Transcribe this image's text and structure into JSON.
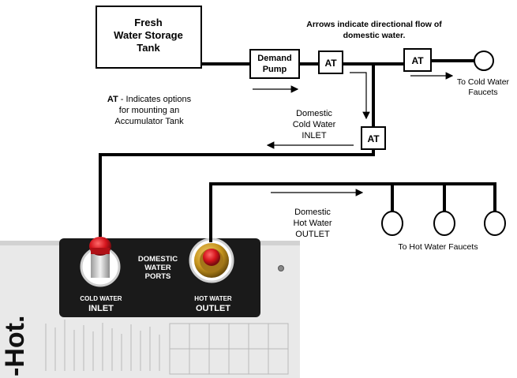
{
  "tank": {
    "line1": "Fresh",
    "line2": "Water Storage",
    "line3": "Tank"
  },
  "flow_note": {
    "line1": "Arrows indicate directional flow of",
    "line2": "domestic water."
  },
  "pump": {
    "line1": "Demand",
    "line2": "Pump"
  },
  "at_label": "AT",
  "at_note": {
    "prefix": "AT",
    "line1_rest": " - Indicates options",
    "line2": "for mounting an",
    "line3": "Accumulator Tank"
  },
  "cold_faucets": {
    "line1": "To Cold Water",
    "line2": "Faucets"
  },
  "cold_inlet": {
    "line1": "Domestic",
    "line2": "Cold Water",
    "line3": "INLET"
  },
  "hot_outlet": {
    "line1": "Domestic",
    "line2": "Hot Water",
    "line3": "OUTLET"
  },
  "hot_faucets": "To Hot Water Faucets",
  "heater": {
    "ports_line1": "DOMESTIC",
    "ports_line2": "WATER",
    "ports_line3": "PORTS",
    "cold_line1": "COLD WATER",
    "cold_line2": "INLET",
    "hot_line1": "HOT WATER",
    "hot_line2": "OUTLET",
    "brand": "-Hot."
  },
  "colors": {
    "pipe": "#000000",
    "panel": "#1a1a1a",
    "cap_red": "#d4141c",
    "fitting_gold": "#c8961e",
    "unit_body": "#e9e9e9"
  }
}
